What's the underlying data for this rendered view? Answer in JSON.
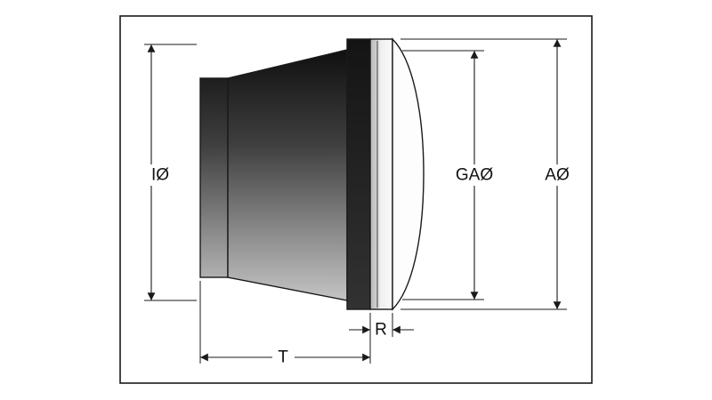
{
  "diagram": {
    "kind": "technical-drawing",
    "subject": "headlight-insert-side-view-with-dimensions",
    "dimension_labels": {
      "inner_diameter": "IØ",
      "housing_diameter": "GAØ",
      "outer_diameter": "AØ",
      "depth": "T",
      "ring_width": "R"
    },
    "colors": {
      "background": "#ffffff",
      "line": "#1a1a1a",
      "body_top": "#101010",
      "body_mid": "#3f3f3f",
      "body_low": "#8f8f8f",
      "body_bottom": "#c4c4c4",
      "rim_top": "#141414",
      "rim_bottom": "#323232",
      "ring_gray": "#b8b8b8",
      "ring_white": "#fafafa",
      "lens_fill": "#fdfdfd"
    }
  }
}
